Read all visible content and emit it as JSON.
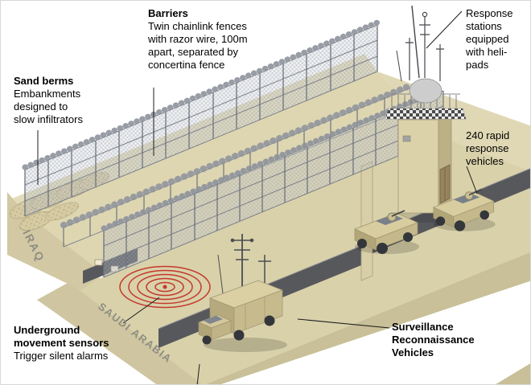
{
  "page": {
    "background": "#ffffff"
  },
  "labels": {
    "barriers": {
      "heading": "Barriers",
      "body": "Twin chainlink fences\nwith razor wire, 100m\napart, separated by\nconcertina fence"
    },
    "sand_berms": {
      "heading": "Sand berms",
      "body": "Embankments\ndesigned to\nslow infiltrators"
    },
    "response_stations": {
      "body": "Response\nstations\nequipped\nwith heli-\npads"
    },
    "rapid_response": {
      "body": "240 rapid\nresponse\nvehicles"
    },
    "underground_sensors": {
      "heading": "Underground\nmovement sensors",
      "body": "Trigger silent alarms"
    },
    "surveillance": {
      "heading": "Surveillance\nReconnaissance\nVehicles"
    },
    "region_iraq": "IRAQ",
    "region_saudi": "SAUDI ARABIA"
  },
  "scene": {
    "colors": {
      "sand": "#d9d1aa",
      "sand_light": "#e3dcba",
      "sand_shadow": "#c9bf98",
      "road": "#57585c",
      "fence_wire": "#8e939c",
      "sensor_red": "#c4392c",
      "region_text": "#8e8e82",
      "vehicle_body": "#d8cd9f",
      "tower_body": "#dbd2aa"
    }
  }
}
